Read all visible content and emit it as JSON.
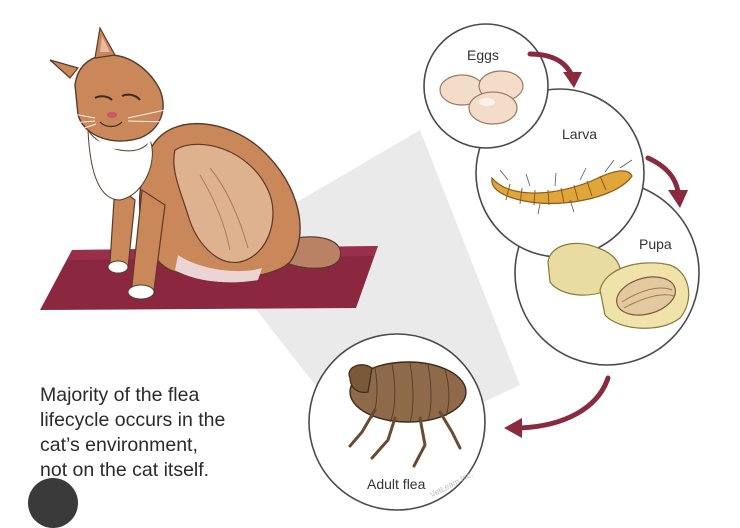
{
  "diagram": {
    "stages": {
      "eggs": "Eggs",
      "larva": "Larva",
      "pupa": "Pupa",
      "adult": "Adult flea"
    },
    "caption_lines": [
      "Majority of the flea",
      "lifecycle occurs in the",
      "cat’s environment,",
      "not on the cat itself."
    ],
    "credit": "VetLearn Inc."
  },
  "colors": {
    "arrow": "#8a2a3e",
    "mat": "#8c2740",
    "cat_fur": "#c9875a",
    "cat_fur_light": "#deb18f",
    "egg": "#f3dcc8",
    "larva": "#e0a63a",
    "pupa": "#e9dca0",
    "flea": "#8e6a4a",
    "circle_stroke": "#4a4a4a"
  }
}
